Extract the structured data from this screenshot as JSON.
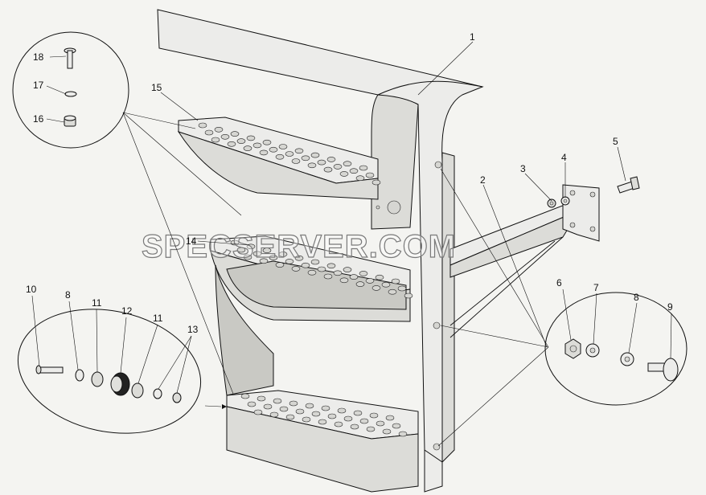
{
  "watermark": "SPECSERVER.COM",
  "callouts": [
    "1",
    "2",
    "3",
    "4",
    "5",
    "6",
    "7",
    "8",
    "9",
    "10",
    "11",
    "12",
    "13",
    "14",
    "15",
    "16",
    "17",
    "18"
  ],
  "labels": {
    "l1": "1",
    "l2": "2",
    "l3": "3",
    "l4": "4",
    "l5": "5",
    "l6": "6",
    "l7": "7",
    "l8a": "8",
    "l8b": "8",
    "l9": "9",
    "l10": "10",
    "l11a": "11",
    "l11b": "11",
    "l12": "12",
    "l13": "13",
    "l14": "14",
    "l15": "15",
    "l16": "16",
    "l17": "17",
    "l18": "18"
  }
}
